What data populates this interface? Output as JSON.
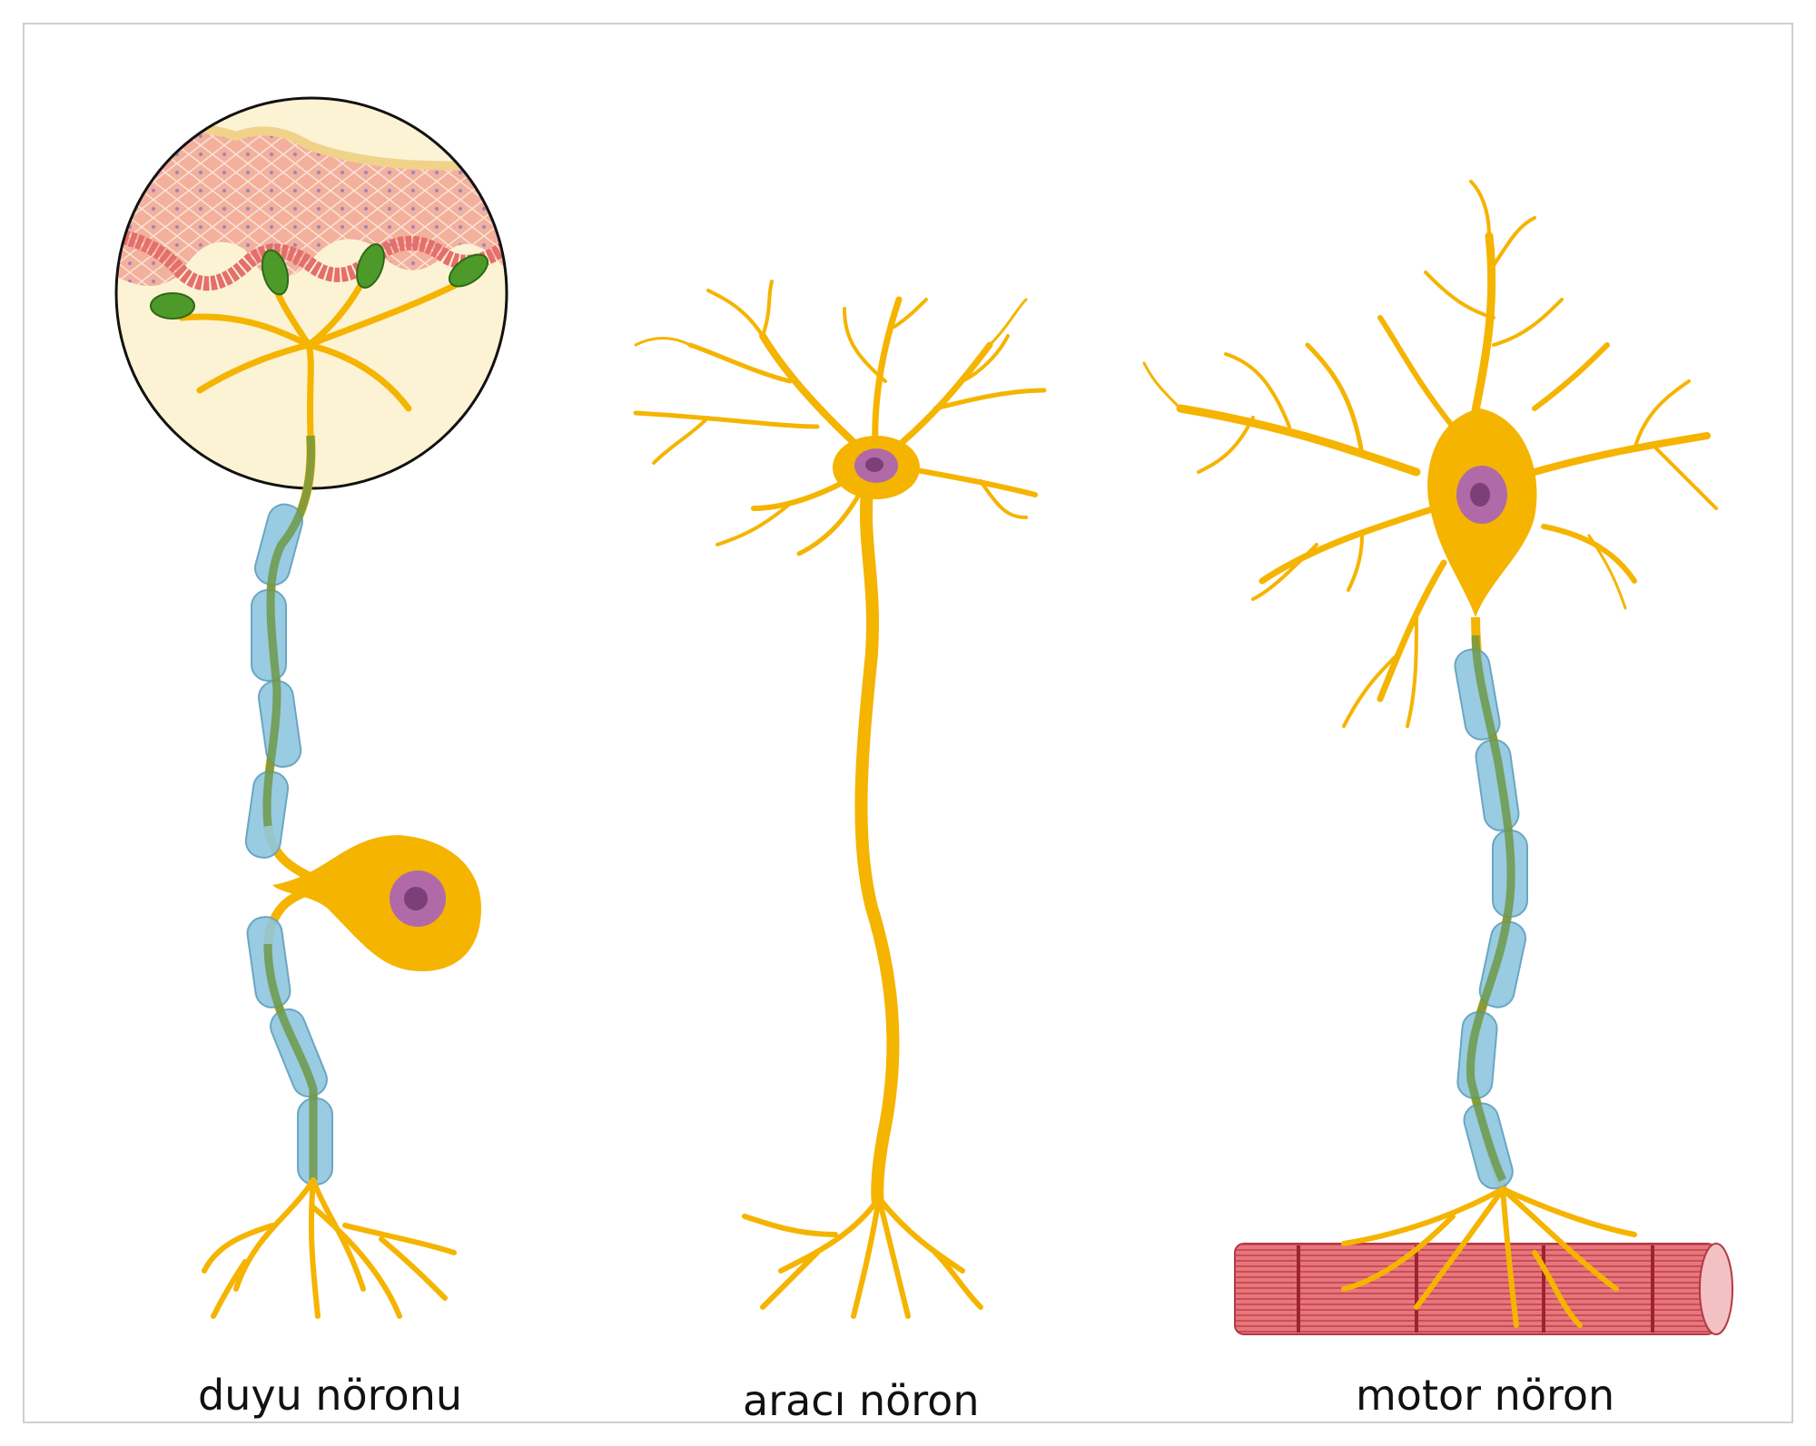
{
  "labels": {
    "sensory": "duyu nöronu",
    "interneuron": "aracı nöron",
    "motor": "motor nöron"
  },
  "colors": {
    "neuron": "#f5b400",
    "nucleus_outer": "#b06aa8",
    "nucleus_inner": "#7d3f78",
    "myelin": "#8ec7df",
    "myelin_core": "#6b9646",
    "skin": "#f6c9b5",
    "skin_cells": "#f0a792",
    "receptors": "#4d9a2a",
    "muscle": "#d9474f",
    "background": "#ffffff"
  }
}
